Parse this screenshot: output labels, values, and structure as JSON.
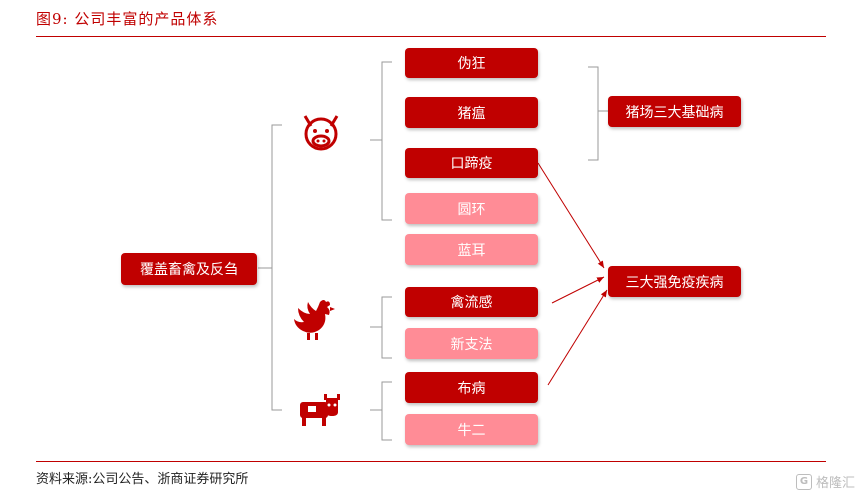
{
  "header": {
    "title": "图9:   公司丰富的产品体系"
  },
  "footer": {
    "source": "资料来源:公司公告、浙商证券研究所"
  },
  "diagram": {
    "root": "覆盖畜禽及反刍",
    "pig_products": [
      "伪狂",
      "猪瘟",
      "口蹄疫",
      "圆环",
      "蓝耳"
    ],
    "poultry_products": [
      "禽流感",
      "新支法"
    ],
    "cattle_products": [
      "布病",
      "牛二"
    ],
    "group_pig_diseases": "猪场三大基础病",
    "group_compulsory": "三大强免疫疾病"
  },
  "watermark": {
    "text": "格隆汇",
    "icon": "G"
  },
  "colors": {
    "primary": "#c00000",
    "light": "#ff8c96"
  },
  "icons": [
    "pig-icon",
    "chicken-icon",
    "cow-icon"
  ]
}
